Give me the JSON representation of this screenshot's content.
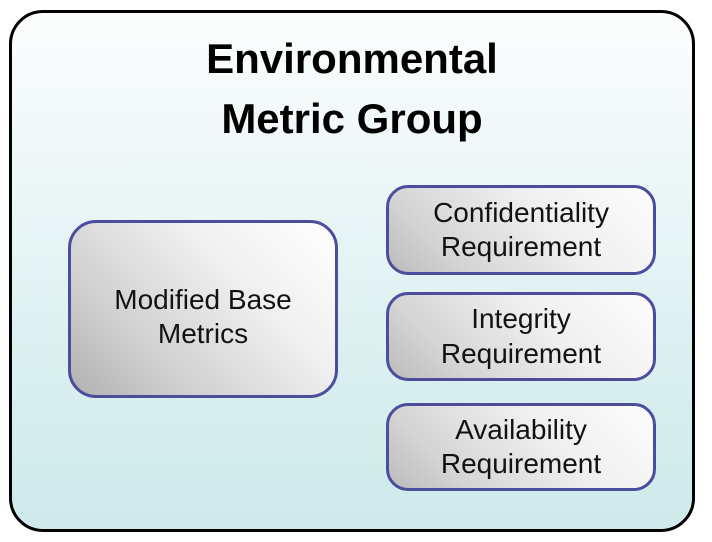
{
  "diagram": {
    "title": "Environmental\nMetric Group",
    "group": {
      "left_box": {
        "label": "Modified Base\nMetrics"
      },
      "right_boxes": [
        {
          "label": "Confidentiality\nRequirement"
        },
        {
          "label": "Integrity\nRequirement"
        },
        {
          "label": "Availability\nRequirement"
        }
      ]
    },
    "colors": {
      "outer_border": "#000000",
      "node_border": "#4d4d9e",
      "group_background_top": "#fbfdfd",
      "group_background_bottom": "#cdeaea",
      "node_fill_light": "#ffffff",
      "node_fill_dark": "#b2b2b2",
      "title_text": "#000000",
      "node_text": "#121212"
    }
  }
}
